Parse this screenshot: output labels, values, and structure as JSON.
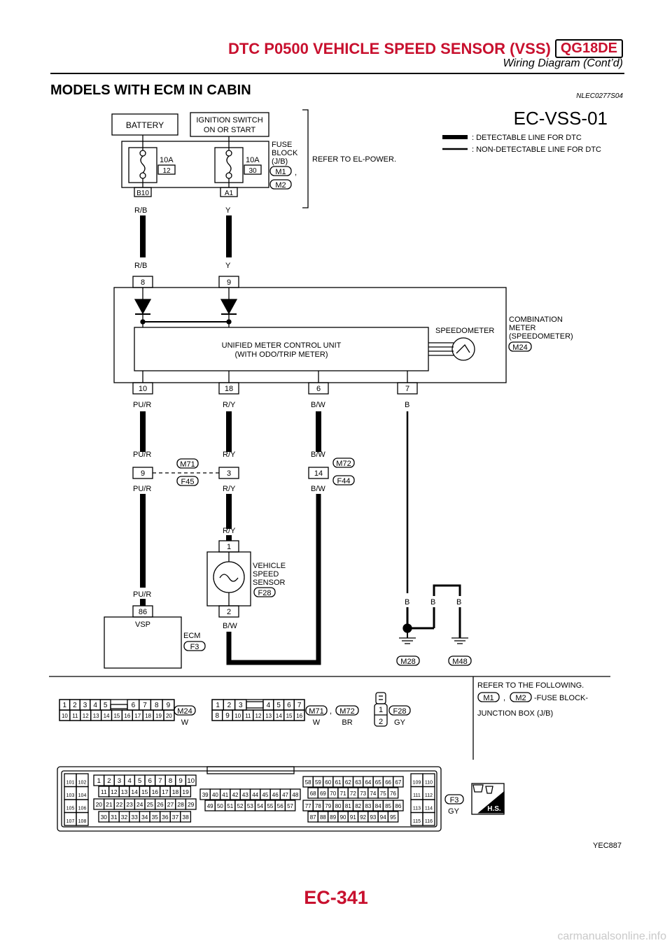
{
  "header": {
    "title": "DTC P0500 VEHICLE SPEED SENSOR (VSS)",
    "badge": "QG18DE",
    "subtitle": "Wiring Diagram (Cont’d)"
  },
  "section": {
    "title": "MODELS WITH ECM IN CABIN",
    "code": "NLEC0277S04"
  },
  "diagram": {
    "id": "EC-VSS-01",
    "legend": {
      "detectable": ": DETECTABLE LINE FOR DTC",
      "non_detectable": ": NON-DETECTABLE LINE FOR DTC"
    },
    "battery": "BATTERY",
    "ignition": {
      "line1": "IGNITION SWITCH",
      "line2": "ON OR START"
    },
    "fuse_block": {
      "line1": "FUSE",
      "line2": "BLOCK",
      "line3": "(J/B)",
      "conn1": "M1",
      "conn2": "M2",
      "sep": ","
    },
    "fuse1": {
      "amp": "10A",
      "num": "12",
      "pin": "B10"
    },
    "fuse2": {
      "amp": "10A",
      "num": "30",
      "pin": "A1"
    },
    "refer_power": "REFER TO EL-POWER.",
    "meter": {
      "line1": "COMBINATION",
      "line2": "METER",
      "line3": "(SPEEDOMETER)",
      "conn": "M24",
      "unit_line1": "UNIFIED METER CONTROL UNIT",
      "unit_line2": "(WITH ODO/TRIP METER)",
      "speedometer": "SPEEDOMETER",
      "pins_top": [
        "8",
        "9"
      ],
      "pins_bottom": [
        "10",
        "18",
        "6",
        "7"
      ]
    },
    "wires": {
      "rb": "R/B",
      "y": "Y",
      "pur": "PU/R",
      "ry": "R/Y",
      "bw": "B/W",
      "b": "B"
    },
    "joint1": {
      "left_pin": "9",
      "mid_pin": "3",
      "conn_top": "M71",
      "conn_bottom": "F45"
    },
    "joint2": {
      "pin": "14",
      "conn_top": "M72",
      "conn_bottom": "F44"
    },
    "sensor": {
      "line1": "VEHICLE",
      "line2": "SPEED",
      "line3": "SENSOR",
      "conn": "F28",
      "pin1": "1",
      "pin2": "2"
    },
    "ecm": {
      "pin": "86",
      "label": "VSP",
      "name": "ECM",
      "conn": "F3"
    },
    "grounds": [
      "M28",
      "M48"
    ],
    "refer_following": {
      "line1": "REFER TO THE FOLLOWING.",
      "conn1": "M1",
      "conn2": "M2",
      "sep": ",",
      "suffix": "-FUSE BLOCK-",
      "line3": "JUNCTION BOX (J/B)"
    },
    "connectors": {
      "m24": {
        "id": "M24",
        "color": "W",
        "top": [
          "1",
          "2",
          "3",
          "4",
          "5",
          "6",
          "7",
          "8",
          "9"
        ],
        "bottom": [
          "10",
          "11",
          "12",
          "13",
          "14",
          "15",
          "16",
          "17",
          "18",
          "19",
          "20"
        ]
      },
      "m71": {
        "id": "M71",
        "color": "W",
        "top": [
          "1",
          "2",
          "3",
          "4",
          "5",
          "6",
          "7"
        ],
        "bottom": [
          "8",
          "9",
          "10",
          "11",
          "12",
          "13",
          "14",
          "15",
          "16"
        ]
      },
      "m72": {
        "id": "M72",
        "color": "BR",
        "sep": ","
      },
      "f28": {
        "id": "F28",
        "color": "GY",
        "pins": [
          "1",
          "2"
        ]
      },
      "f3": {
        "id": "F3",
        "color": "GY",
        "left": [
          "101",
          "102",
          "103",
          "104",
          "105",
          "106",
          "107",
          "108"
        ],
        "b1_r1": [
          "1",
          "2",
          "3",
          "4",
          "5",
          "6",
          "7",
          "8",
          "9",
          "10"
        ],
        "b1_r2": [
          "11",
          "12",
          "13",
          "14",
          "15",
          "16",
          "17",
          "18",
          "19"
        ],
        "b1_r3": [
          "20",
          "21",
          "22",
          "23",
          "24",
          "25",
          "26",
          "27",
          "28",
          "29"
        ],
        "b1_r4": [
          "30",
          "31",
          "32",
          "33",
          "34",
          "35",
          "36",
          "37",
          "38"
        ],
        "b2_r1": [
          "39",
          "40",
          "41",
          "42",
          "43",
          "44",
          "45",
          "46",
          "47",
          "48"
        ],
        "b2_r2": [
          "49",
          "50",
          "51",
          "52",
          "53",
          "54",
          "55",
          "56",
          "57"
        ],
        "b3_r1": [
          "58",
          "59",
          "60",
          "61",
          "62",
          "63",
          "64",
          "65",
          "66",
          "67"
        ],
        "b3_r2": [
          "68",
          "69",
          "70",
          "71",
          "72",
          "73",
          "74",
          "75",
          "76"
        ],
        "b3_r3": [
          "77",
          "78",
          "79",
          "80",
          "81",
          "82",
          "83",
          "84",
          "85",
          "86"
        ],
        "b3_r4": [
          "87",
          "88",
          "89",
          "90",
          "91",
          "92",
          "93",
          "94",
          "95"
        ],
        "right": [
          "109",
          "110",
          "111",
          "112",
          "113",
          "114",
          "115",
          "116"
        ],
        "hs": "H.S."
      }
    },
    "figure_code": "YEC887"
  },
  "page_number": "EC-341",
  "watermark": "carmanualsonline.info"
}
